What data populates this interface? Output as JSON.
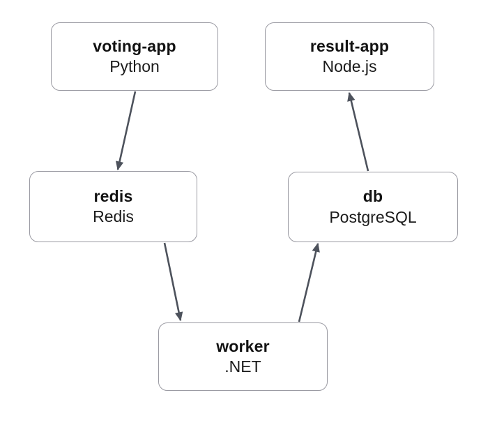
{
  "diagram": {
    "type": "architecture-graph",
    "background": "#ffffff",
    "nodes": [
      {
        "id": "voting-app",
        "name": "voting-app",
        "tech": "Python"
      },
      {
        "id": "result-app",
        "name": "result-app",
        "tech": "Node.js"
      },
      {
        "id": "redis",
        "name": "redis",
        "tech": "Redis"
      },
      {
        "id": "db",
        "name": "db",
        "tech": "PostgreSQL"
      },
      {
        "id": "worker",
        "name": "worker",
        "tech": ".NET"
      }
    ],
    "edges": [
      {
        "from": "voting-app",
        "to": "redis"
      },
      {
        "from": "redis",
        "to": "worker"
      },
      {
        "from": "worker",
        "to": "db"
      },
      {
        "from": "db",
        "to": "result-app"
      }
    ],
    "colors": {
      "node_border": "#9a9aa2",
      "node_background": "#ffffff",
      "text": "#121212",
      "arrow": "#4d525c"
    }
  }
}
